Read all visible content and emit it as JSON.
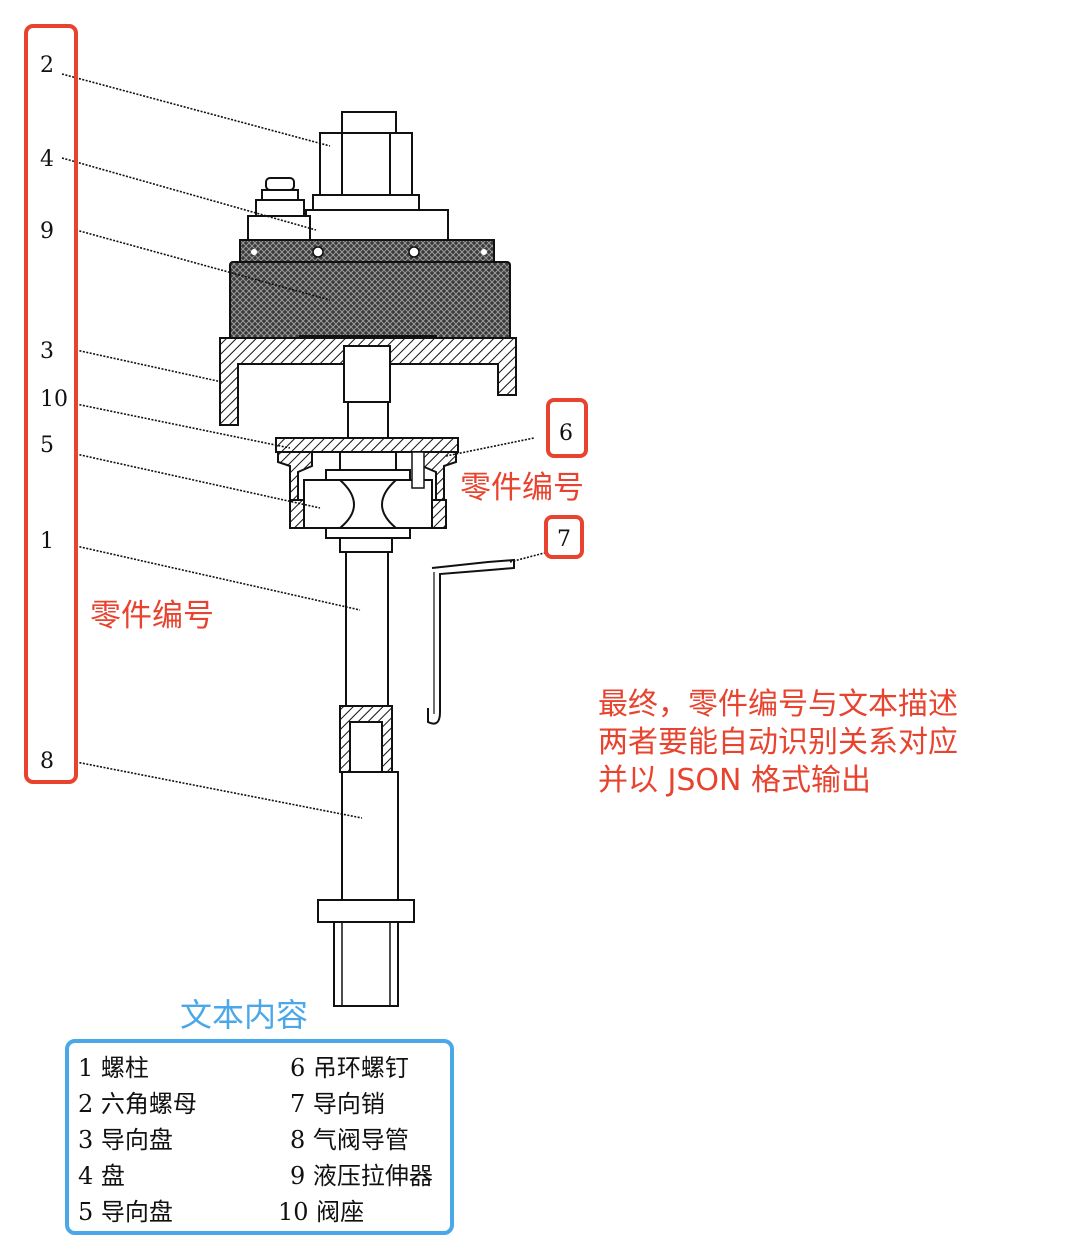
{
  "callouts": {
    "left_numbers": [
      "2",
      "4",
      "9",
      "3",
      "10",
      "5",
      "1",
      "8"
    ],
    "right_numbers": [
      "6",
      "7"
    ]
  },
  "annotations": {
    "part_number_label_left": "零件编号",
    "part_number_label_right": "零件编号",
    "note_lines": [
      "最终，零件编号与文本描述",
      "两者要能自动识别关系对应",
      "并以 JSON 格式输出"
    ],
    "legend_title": "文本内容"
  },
  "legend": {
    "left_column": [
      "1 螺柱",
      "2 六角螺母",
      "3 导向盘",
      "4 盘",
      "5 导向盘"
    ],
    "right_column": [
      "6 吊环螺钉",
      "7 导向销",
      "8 气阀导管",
      "9 液压拉伸器",
      "10 阀座"
    ]
  },
  "colors": {
    "annotation_red": "#e8432f",
    "legend_blue": "#4aa8e8",
    "drawing_black": "#111111"
  }
}
